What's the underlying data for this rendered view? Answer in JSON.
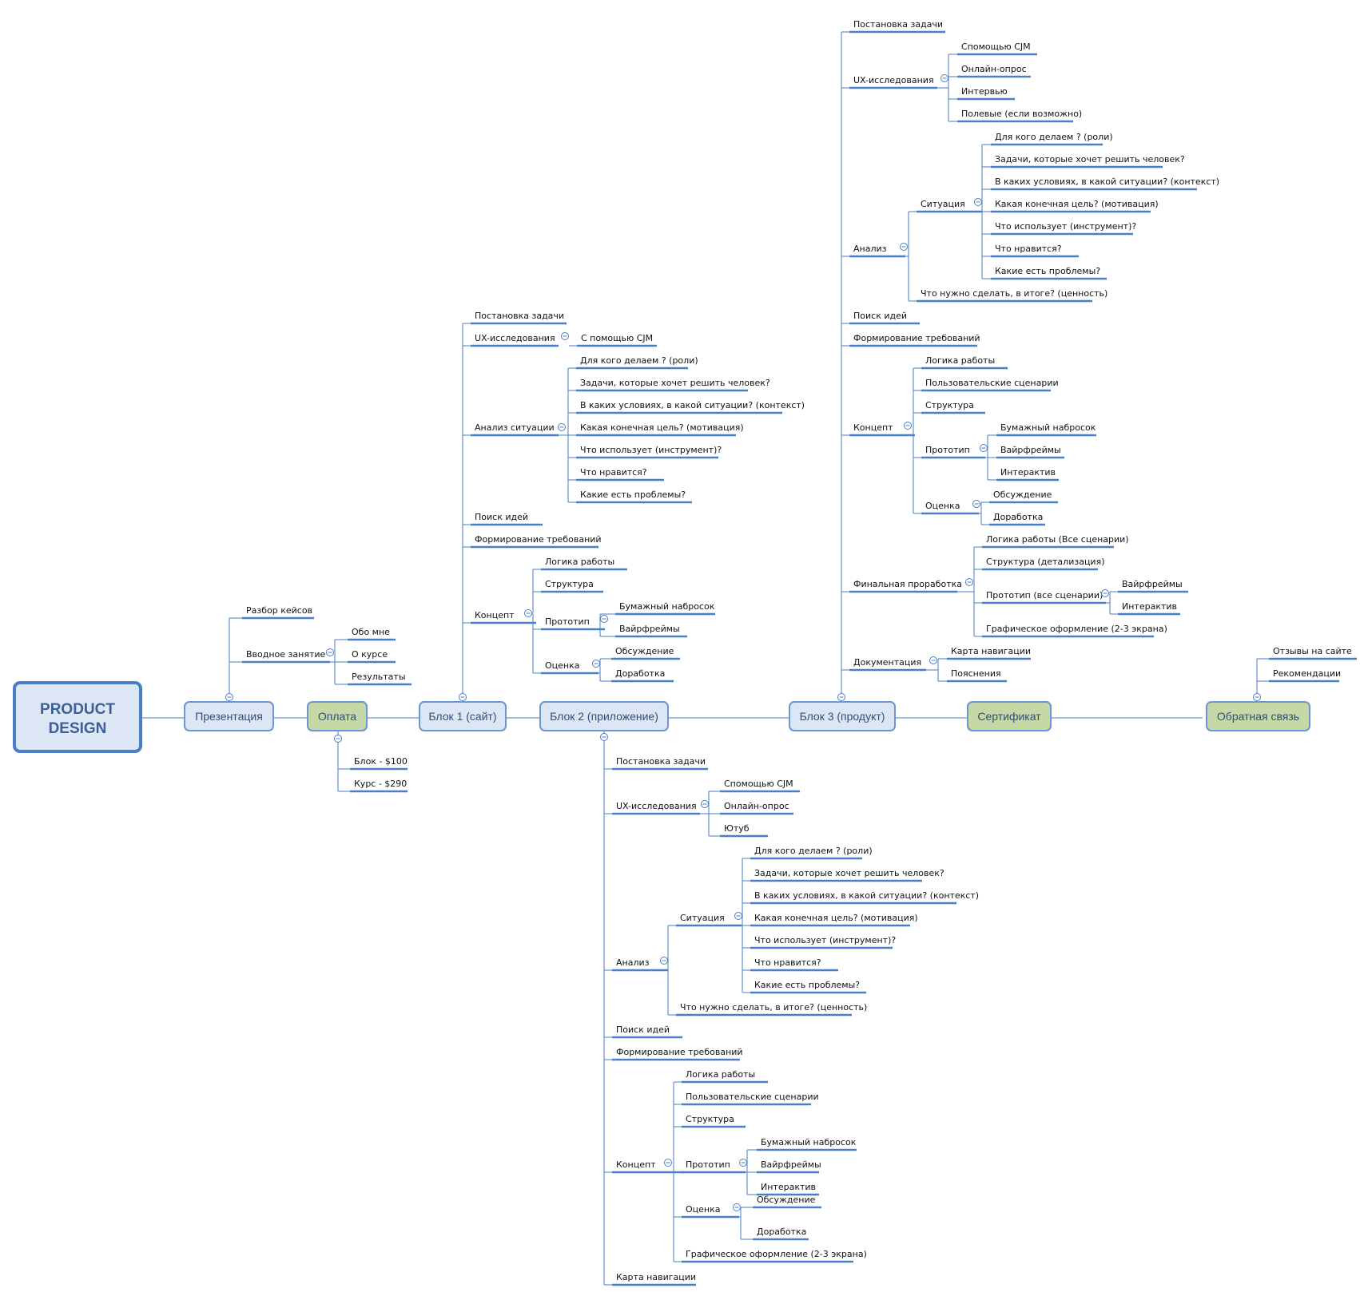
{
  "colors": {
    "line": "#4a7ec7",
    "node_fill": "#dde6f4",
    "node_border": "#6d95cf",
    "green_fill": "#c6d8a6",
    "green_border": "#6d95cf",
    "root_text": "#3a5f99"
  },
  "root": {
    "label": "PRODUCT\nDESIGN"
  },
  "main": [
    {
      "id": "presentation",
      "label": "Презентация",
      "style": "blue"
    },
    {
      "id": "payment",
      "label": "Оплата",
      "style": "green"
    },
    {
      "id": "block1",
      "label": "Блок 1 (сайт)",
      "style": "blue"
    },
    {
      "id": "block2",
      "label": "Блок 2 (приложение)",
      "style": "blue"
    },
    {
      "id": "block3",
      "label": "Блок 3 (продукт)",
      "style": "blue"
    },
    {
      "id": "certificate",
      "label": "Сертификат",
      "style": "green"
    },
    {
      "id": "feedback",
      "label": "Обратная связь",
      "style": "green"
    }
  ],
  "branches": {
    "presentation": [
      {
        "label": "Разбор кейсов"
      },
      {
        "label": "Вводное занятие",
        "children": [
          {
            "label": "Обо мне"
          },
          {
            "label": "О курсе"
          },
          {
            "label": "Результаты"
          }
        ]
      }
    ],
    "payment": [
      {
        "label": "Блок - $100"
      },
      {
        "label": "Курс - $290"
      }
    ],
    "block1": [
      {
        "label": "Постановка задачи"
      },
      {
        "label": "UX-исследования",
        "children": [
          {
            "label": "С помощью CJM"
          }
        ]
      },
      {
        "label": "Анализ ситуации",
        "children": [
          {
            "label": "Для кого делаем ? (роли)"
          },
          {
            "label": "Задачи, которые хочет решить человек?"
          },
          {
            "label": "В каких условиях, в какой ситуации? (контекст)"
          },
          {
            "label": "Какая конечная цель? (мотивация)"
          },
          {
            "label": "Что использует (инструмент)?"
          },
          {
            "label": "Что нравится?"
          },
          {
            "label": "Какие есть проблемы?"
          }
        ]
      },
      {
        "label": "Поиск идей"
      },
      {
        "label": "Формирование требований"
      },
      {
        "label": "Концепт",
        "children": [
          {
            "label": "Логика работы"
          },
          {
            "label": "Структура"
          },
          {
            "label": "Прототип",
            "children": [
              {
                "label": "Бумажный набросок"
              },
              {
                "label": "Вайрфреймы"
              }
            ]
          },
          {
            "label": "Оценка",
            "children": [
              {
                "label": "Обсуждение"
              },
              {
                "label": "Доработка"
              }
            ]
          }
        ]
      }
    ],
    "block2": [
      {
        "label": "Постановка задачи"
      },
      {
        "label": "UX-исследования",
        "children": [
          {
            "label": "Спомощью CJM"
          },
          {
            "label": "Онлайн-опрос"
          },
          {
            "label": "Ютуб"
          }
        ]
      },
      {
        "label": "Анализ",
        "children": [
          {
            "label": "Ситуация",
            "children": [
              {
                "label": "Для кого делаем ? (роли)"
              },
              {
                "label": "Задачи, которые хочет решить человек?"
              },
              {
                "label": "В каких условиях, в какой ситуации? (контекст)"
              },
              {
                "label": "Какая конечная цель? (мотивация)"
              },
              {
                "label": "Что использует (инструмент)?"
              },
              {
                "label": "Что нравится?"
              },
              {
                "label": "Какие есть проблемы?"
              }
            ]
          },
          {
            "label": "Что нужно сделать, в итоге? (ценность)"
          }
        ]
      },
      {
        "label": "Поиск идей"
      },
      {
        "label": "Формирование требований"
      },
      {
        "label": "Концепт",
        "children": [
          {
            "label": "Логика работы"
          },
          {
            "label": "Пользовательские сценарии"
          },
          {
            "label": "Структура"
          },
          {
            "label": "Прототип",
            "children": [
              {
                "label": "Бумажный набросок"
              },
              {
                "label": "Вайрфреймы"
              },
              {
                "label": "Интерактив"
              }
            ]
          },
          {
            "label": "Оценка",
            "children": [
              {
                "label": "Обсуждение"
              },
              {
                "label": "Доработка"
              }
            ]
          },
          {
            "label": "Графическое оформление (2-3 экрана)"
          }
        ]
      },
      {
        "label": "Карта навигации"
      }
    ],
    "block3": [
      {
        "label": "Постановка задачи"
      },
      {
        "label": "UX-исследования",
        "children": [
          {
            "label": "Спомощью CJM"
          },
          {
            "label": "Онлайн-опрос"
          },
          {
            "label": "Интервью"
          },
          {
            "label": "Полевые (если возможно)"
          }
        ]
      },
      {
        "label": "Анализ",
        "children": [
          {
            "label": "Ситуация",
            "children": [
              {
                "label": "Для кого делаем ? (роли)"
              },
              {
                "label": "Задачи, которые хочет решить человек?"
              },
              {
                "label": "В каких условиях, в какой ситуации? (контекст)"
              },
              {
                "label": "Какая конечная цель? (мотивация)"
              },
              {
                "label": "Что использует (инструмент)?"
              },
              {
                "label": "Что нравится?"
              },
              {
                "label": "Какие есть проблемы?"
              }
            ]
          },
          {
            "label": "Что нужно сделать, в итоге? (ценность)"
          }
        ]
      },
      {
        "label": "Поиск идей"
      },
      {
        "label": "Формирование требований"
      },
      {
        "label": "Концепт",
        "children": [
          {
            "label": "Логика работы"
          },
          {
            "label": "Пользовательские сценарии"
          },
          {
            "label": "Структура"
          },
          {
            "label": "Прототип",
            "children": [
              {
                "label": "Бумажный набросок"
              },
              {
                "label": "Вайрфреймы"
              },
              {
                "label": "Интерактив"
              }
            ]
          },
          {
            "label": "Оценка",
            "children": [
              {
                "label": "Обсуждение"
              },
              {
                "label": "Доработка"
              }
            ]
          }
        ]
      },
      {
        "label": "Финальная проработка",
        "children": [
          {
            "label": "Логика работы (Все сценарии)"
          },
          {
            "label": "Структура (детализация)"
          },
          {
            "label": "Прототип (все сценарии)",
            "children": [
              {
                "label": "Вайрфреймы"
              },
              {
                "label": "Интерактив"
              }
            ]
          },
          {
            "label": "Графическое оформление (2-3 экрана)"
          }
        ]
      },
      {
        "label": "Документация",
        "children": [
          {
            "label": "Карта навигации"
          },
          {
            "label": "Пояснения"
          }
        ]
      }
    ],
    "feedback": [
      {
        "label": "Отзывы на сайте"
      },
      {
        "label": "Рекомендации"
      }
    ]
  }
}
